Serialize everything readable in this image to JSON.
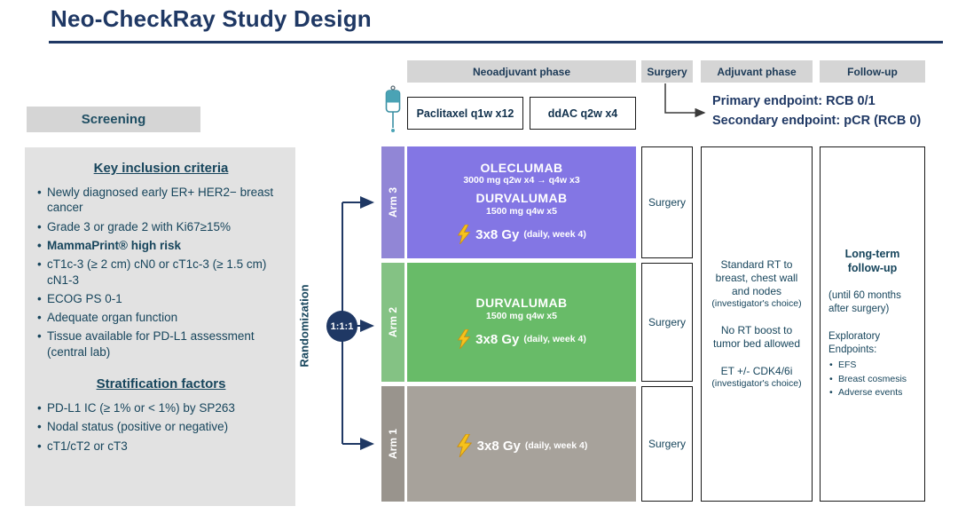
{
  "title": "Neo-CheckRay Study Design",
  "columns": {
    "neoadjuvant": "Neoadjuvant phase",
    "surgery": "Surgery",
    "adjuvant": "Adjuvant phase",
    "followup": "Follow-up"
  },
  "chemo": {
    "paclitaxel": "Paclitaxel q1w x12",
    "ddac": "ddAC q2w x4"
  },
  "endpoints": {
    "primary": "Primary endpoint: RCB 0/1",
    "secondary": "Secondary endpoint: pCR (RCB 0)"
  },
  "screening": {
    "header": "Screening",
    "inclusion_title": "Key inclusion criteria",
    "inclusion_items": [
      "Newly diagnosed early ER+ HER2− breast cancer",
      "Grade 3 or grade 2 with Ki67≥15%",
      "MammaPrint® high risk",
      "cT1c-3 (≥ 2 cm) cN0 or cT1c-3 (≥ 1.5 cm) cN1-3",
      "ECOG PS 0-1",
      "Adequate organ function",
      "Tissue available for PD-L1 assessment (central lab)"
    ],
    "stratification_title": "Stratification factors",
    "stratification_items": [
      "PD-L1 IC (≥ 1% or < 1%) by SP263",
      "Nodal status (positive or negative)",
      "cT1/cT2 or cT3"
    ]
  },
  "randomization": {
    "label": "Randomization",
    "ratio": "1:1:1"
  },
  "arms": {
    "arm3": {
      "label": "Arm 3",
      "drug1": "OLECLUMAB",
      "dose1": "3000 mg q2w x4 → q4w x3",
      "drug2": "DURVALUMAB",
      "dose2": "1500 mg q4w x5",
      "rt": "3x8 Gy",
      "rt_note": "(daily, week 4)"
    },
    "arm2": {
      "label": "Arm 2",
      "drug1": "DURVALUMAB",
      "dose1": "1500 mg q4w x5",
      "rt": "3x8 Gy",
      "rt_note": "(daily, week 4)"
    },
    "arm1": {
      "label": "Arm 1",
      "rt": "3x8 Gy",
      "rt_note": "(daily, week 4)"
    }
  },
  "surgery_label": "Surgery",
  "adjuvant": {
    "rt_text": "Standard RT to breast, chest wall and nodes",
    "rt_note": "(investigator's choice)",
    "boost_text": "No RT boost to tumor bed allowed",
    "et_text": "ET +/- CDK4/6i",
    "et_note": "(investigator's choice)"
  },
  "followup": {
    "title": "Long-term follow-up",
    "duration": "(until 60 months after surgery)",
    "exploratory_title": "Exploratory Endpoints:",
    "items": [
      "EFS",
      "Breast cosmesis",
      "Adverse events"
    ]
  },
  "icons": {
    "iv_drip": "iv-drip-icon",
    "lightning": "lightning-bolt-icon"
  },
  "colors": {
    "navy": "#1f3864",
    "arm3_purple": "#8376e4",
    "arm2_green": "#68bb68",
    "arm1_gray": "#a7a29b",
    "bolt_yellow": "#f6c21c",
    "header_gray": "#d5d5d5"
  }
}
